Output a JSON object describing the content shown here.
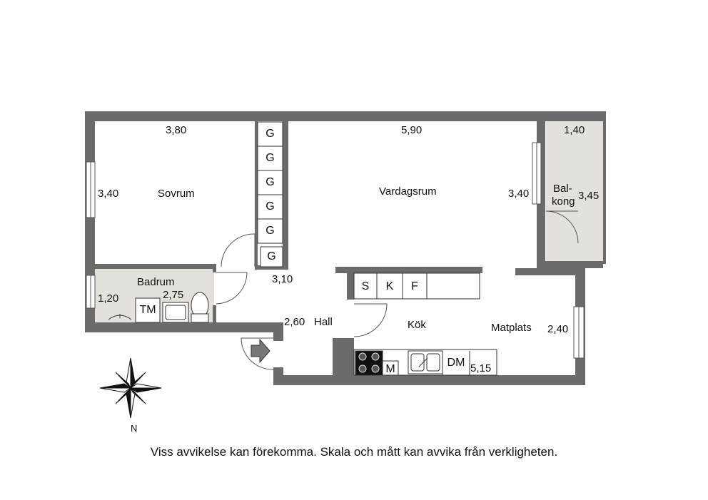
{
  "rooms": {
    "sovrum": "Sovrum",
    "vardagsrum": "Vardagsrum",
    "badrum": "Badrum",
    "balkong_line1": "Bal-",
    "balkong_line2": "kong",
    "hall": "Hall",
    "kok": "Kök",
    "matplats": "Matplats"
  },
  "dimensions": {
    "sovrum_width": "3,80",
    "sovrum_depth": "3,40",
    "vardagsrum_width": "5,90",
    "vardagsrum_depth": "3,40",
    "balkong_width": "1,40",
    "balkong_depth": "3,45",
    "badrum_depth": "1,20",
    "badrum_width": "2,75",
    "hall_corridor": "3,10",
    "hall_length": "2,60",
    "matplats_depth": "2,40",
    "kok_length": "5,15"
  },
  "fixtures": {
    "closet_label": "G",
    "closets": [
      "G",
      "G",
      "G",
      "G",
      "G",
      "G"
    ],
    "kitchen_units": [
      "S",
      "K",
      "F"
    ],
    "washing_machine": "TM",
    "microwave": "M",
    "dishwasher": "DM"
  },
  "compass": {
    "north": "N"
  },
  "caption": "Viss avvikelse kan förekomma. Skala och mått kan avvika från verkligheten."
}
